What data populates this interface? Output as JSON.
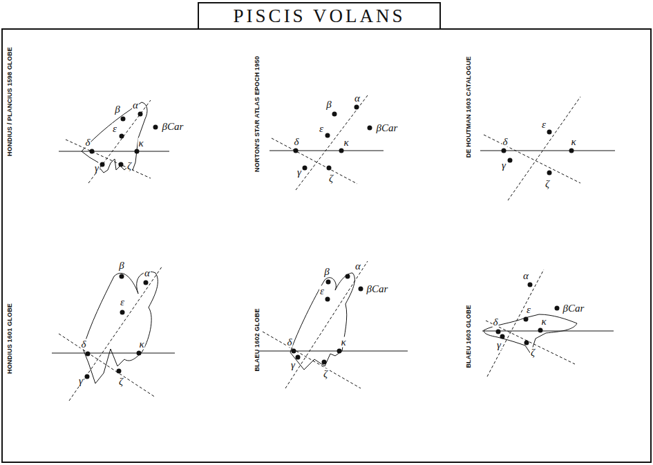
{
  "diagram": {
    "title": "PISCIS VOLANS",
    "labels": [
      "HONDIUS / PLANCIUS 1598 GLOBE",
      "β",
      "α",
      "βCar",
      "ε",
      "δ",
      "κ",
      "γ",
      "ζ",
      "NORTON'S STAR ATLAS EPOCH 1950",
      "β",
      "α",
      "βCar",
      "ε",
      "δ",
      "κ",
      "γ",
      "ζ",
      "DE HOUTMAN 1603 CATALOGUE",
      "δ",
      "ε",
      "κ",
      "γ",
      "ζ",
      "HONDIUS 1601 GLOBE",
      "β",
      "α",
      "ε",
      "δ",
      "κ",
      "γ",
      "ζ",
      "BLAEU 1602 GLOBE",
      "β",
      "α",
      "βCar",
      "ε",
      "δ",
      "κ",
      "γ",
      "ζ",
      "BLAEU 1603 GLOBE",
      "α",
      "βCar",
      "ε",
      "δ",
      "κ",
      "γ",
      "ζ"
    ]
  }
}
